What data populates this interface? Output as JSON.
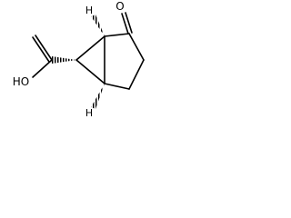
{
  "molecule": {
    "atoms": {
      "oxygen_ketone": "O",
      "hydroxyl": "HO",
      "h_top": "H",
      "h_bottom": "H"
    }
  }
}
